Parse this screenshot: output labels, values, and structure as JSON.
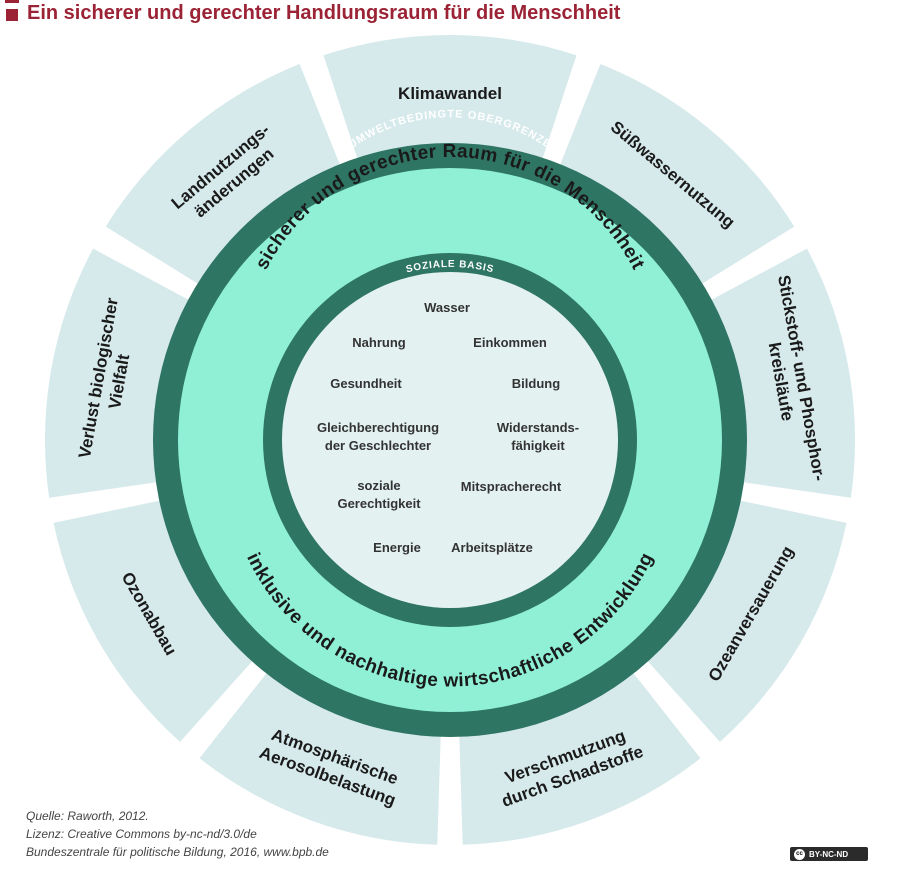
{
  "title": "Ein sicherer und gerechter Handlungsraum für die Menschheit",
  "outer_segments": [
    {
      "lines": [
        "Klimawandel"
      ]
    },
    {
      "lines": [
        "Süßwassernutzung"
      ]
    },
    {
      "lines": [
        "Stickstoff- und Phosphor-",
        "kreisläufe"
      ]
    },
    {
      "lines": [
        "Ozeanversauerung"
      ]
    },
    {
      "lines": [
        "Verschmutzung",
        "durch Schadstoffe"
      ]
    },
    {
      "lines": [
        "Atmosphärische",
        "Aerosolbelastung"
      ]
    },
    {
      "lines": [
        "Ozonabbau"
      ]
    },
    {
      "lines": [
        "Verlust biologischer",
        "Vielfalt"
      ]
    },
    {
      "lines": [
        "Landnutzungs-",
        "änderungen"
      ]
    }
  ],
  "rings": {
    "ceiling_label": "UMWELTBEDINGTE OBERGRENZE",
    "space_top": "sicherer und gerechter Raum für die Menschheit",
    "space_bottom": "inklusive und nachhaltige wirtschaftliche Entwicklung",
    "foundation_label": "SOZIALE BASIS"
  },
  "social_items": [
    {
      "lines": [
        "Wasser"
      ]
    },
    {
      "lines": [
        "Nahrung"
      ]
    },
    {
      "lines": [
        "Einkommen"
      ]
    },
    {
      "lines": [
        "Gesundheit"
      ]
    },
    {
      "lines": [
        "Bildung"
      ]
    },
    {
      "lines": [
        "Gleichberechtigung",
        "der Geschlechter"
      ]
    },
    {
      "lines": [
        "Widerstands-",
        "fähigkeit"
      ]
    },
    {
      "lines": [
        "soziale",
        "Gerechtigkeit"
      ]
    },
    {
      "lines": [
        "Mitspracherecht"
      ]
    },
    {
      "lines": [
        "Energie"
      ]
    },
    {
      "lines": [
        "Arbeitsplätze"
      ]
    }
  ],
  "source_lines": [
    "Quelle: Raworth, 2012.",
    "Lizenz: Creative Commons by-nc-nd/3.0/de",
    "Bundeszentrale für politische Bildung, 2016, www.bpb.de"
  ],
  "license_badge": "BY-NC-ND",
  "colors": {
    "title": "#9b2335",
    "segment_fill": "#d6e9eb",
    "dark_ring": "#2e7563",
    "mint_ring": "#8ff0d6",
    "center_fill": "#e3f1f1",
    "ring_text_light": "#ffffff",
    "text_dark": "#1a1a1a"
  }
}
